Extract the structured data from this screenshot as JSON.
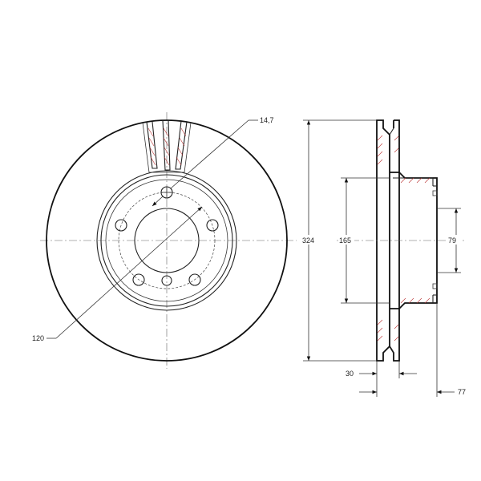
{
  "dimensions": {
    "bolt_hole_diameter": "14,7",
    "pitch_circle": "120",
    "outer_diameter": "324",
    "hub_diameter": "165",
    "center_bore": "79",
    "disc_thickness": "30",
    "total_height": "77"
  },
  "colors": {
    "line": "#222222",
    "hatch": "#b33333"
  }
}
